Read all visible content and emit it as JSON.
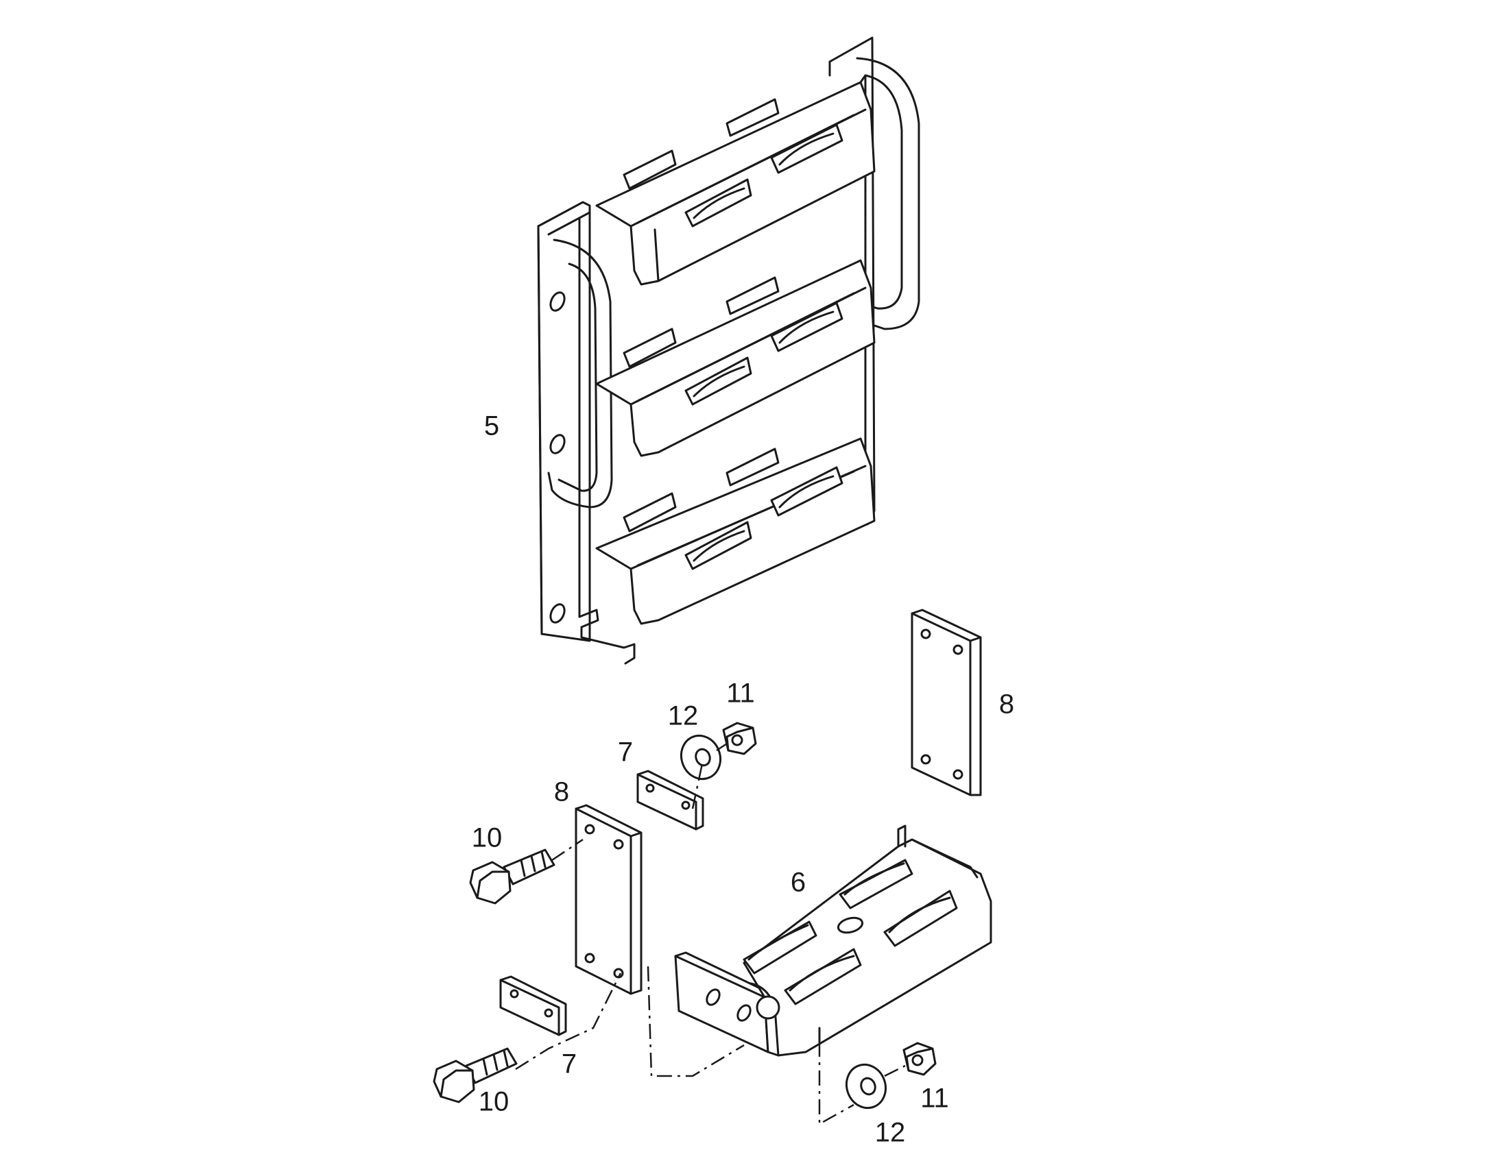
{
  "callouts": {
    "c5": "5",
    "c6": "6",
    "c7a": "7",
    "c7b": "7",
    "c8a": "8",
    "c8b": "8",
    "c10a": "10",
    "c10b": "10",
    "c11a": "11",
    "c11b": "11",
    "c12a": "12",
    "c12b": "12"
  },
  "colors": {
    "line": "#1a1a1a",
    "background": "#ffffff"
  }
}
